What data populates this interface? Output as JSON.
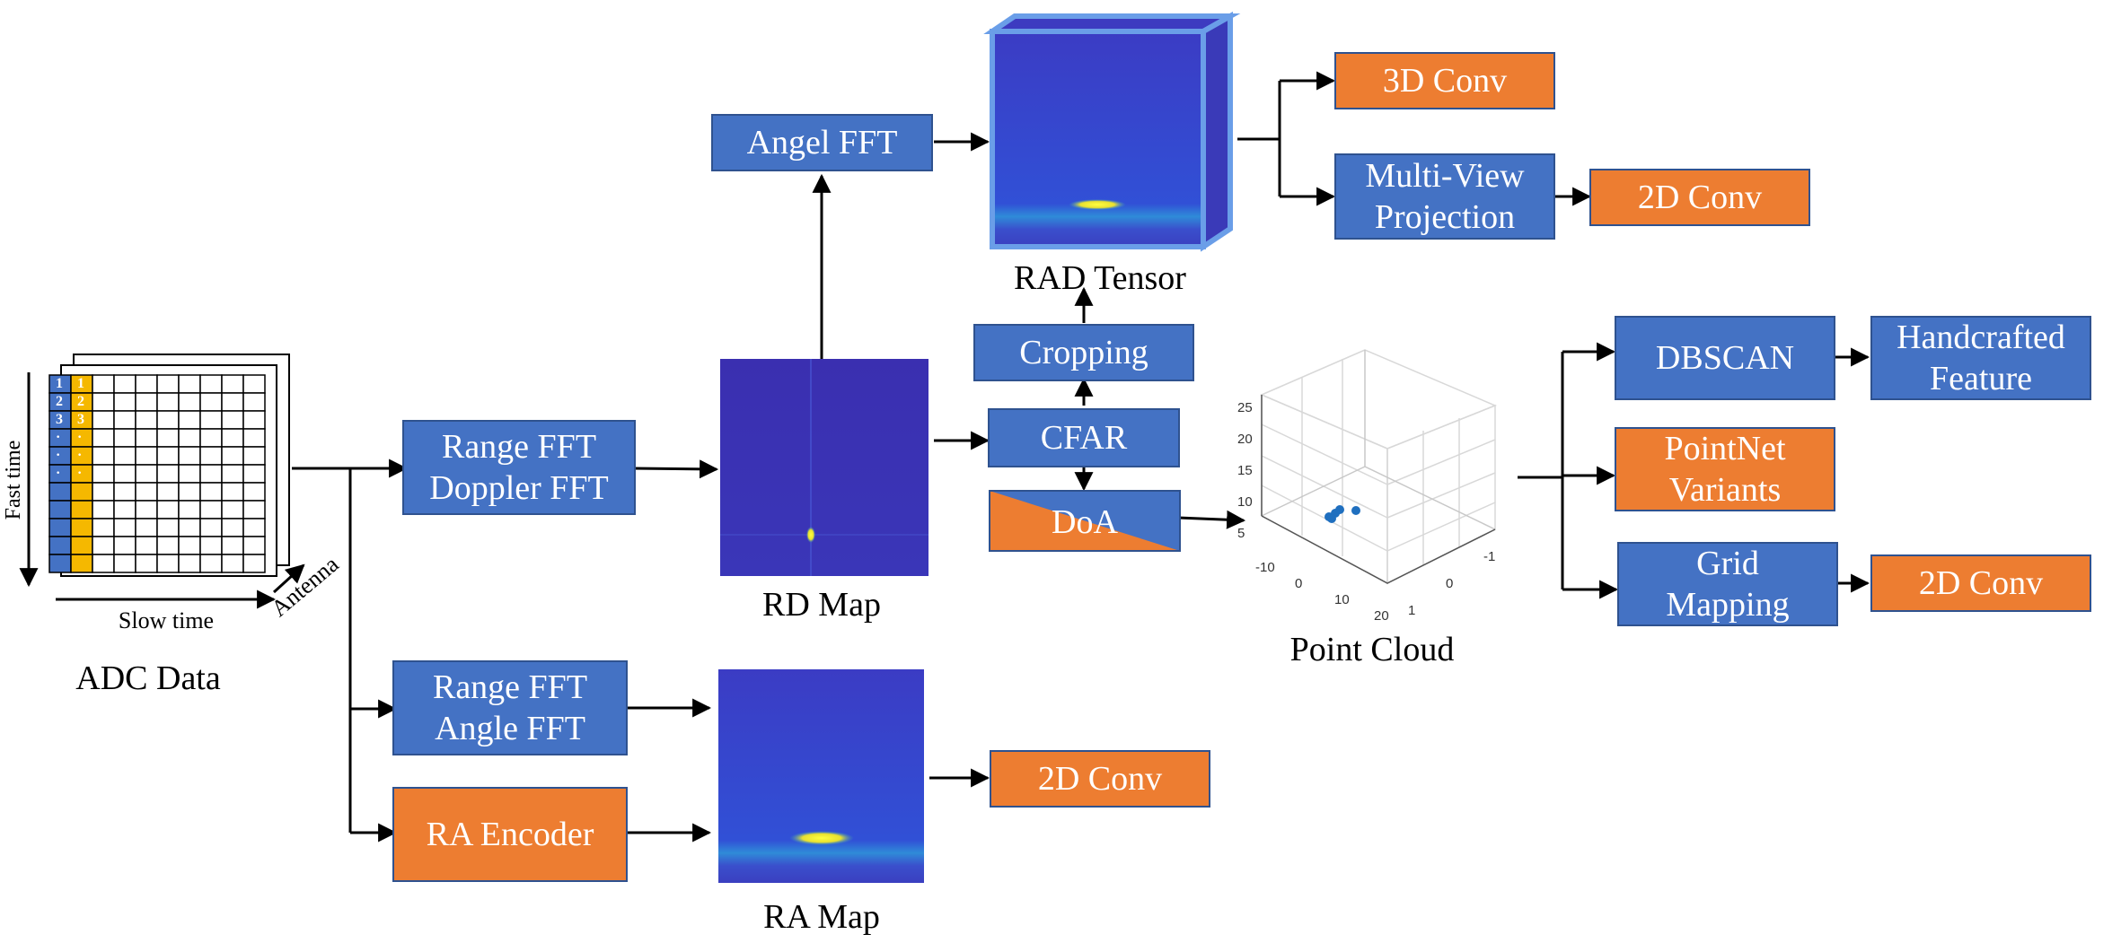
{
  "colors": {
    "blue": "#4472C4",
    "orange": "#ED7D31",
    "border": "#2F528F"
  },
  "adc": {
    "caption": "ADC Data",
    "fast_time": "Fast time",
    "slow_time": "Slow time",
    "antenna": "Antenna",
    "row_labels": [
      "1",
      "2",
      "3",
      "·",
      "·",
      "·"
    ]
  },
  "boxes": {
    "range_doppler": [
      "Range FFT",
      "Doppler FFT"
    ],
    "range_angle": [
      "Range FFT",
      "Angle FFT"
    ],
    "ra_encoder": "RA Encoder",
    "angel_fft": "Angel FFT",
    "cropping": "Cropping",
    "cfar": "CFAR",
    "doa": "DoA",
    "conv3d": "3D Conv",
    "multiview": [
      "Multi-View",
      "Projection"
    ],
    "conv2d_mv": "2D Conv",
    "conv2d_ra": "2D Conv",
    "dbscan": "DBSCAN",
    "handcrafted": [
      "Handcrafted",
      "Feature"
    ],
    "pointnet": [
      "PointNet",
      "Variants"
    ],
    "grid": [
      "Grid",
      "Mapping"
    ],
    "conv2d_grid": "2D Conv"
  },
  "captions": {
    "rd_map": "RD Map",
    "ra_map": "RA Map",
    "rad_tensor": "RAD Tensor",
    "point_cloud": "Point Cloud"
  },
  "point_cloud_axes": {
    "z_ticks": [
      "25",
      "20",
      "15",
      "10",
      "5"
    ],
    "x_ticks": [
      "-10",
      "0",
      "10",
      "20"
    ],
    "y_ticks": [
      "1",
      "0",
      "-1"
    ]
  }
}
